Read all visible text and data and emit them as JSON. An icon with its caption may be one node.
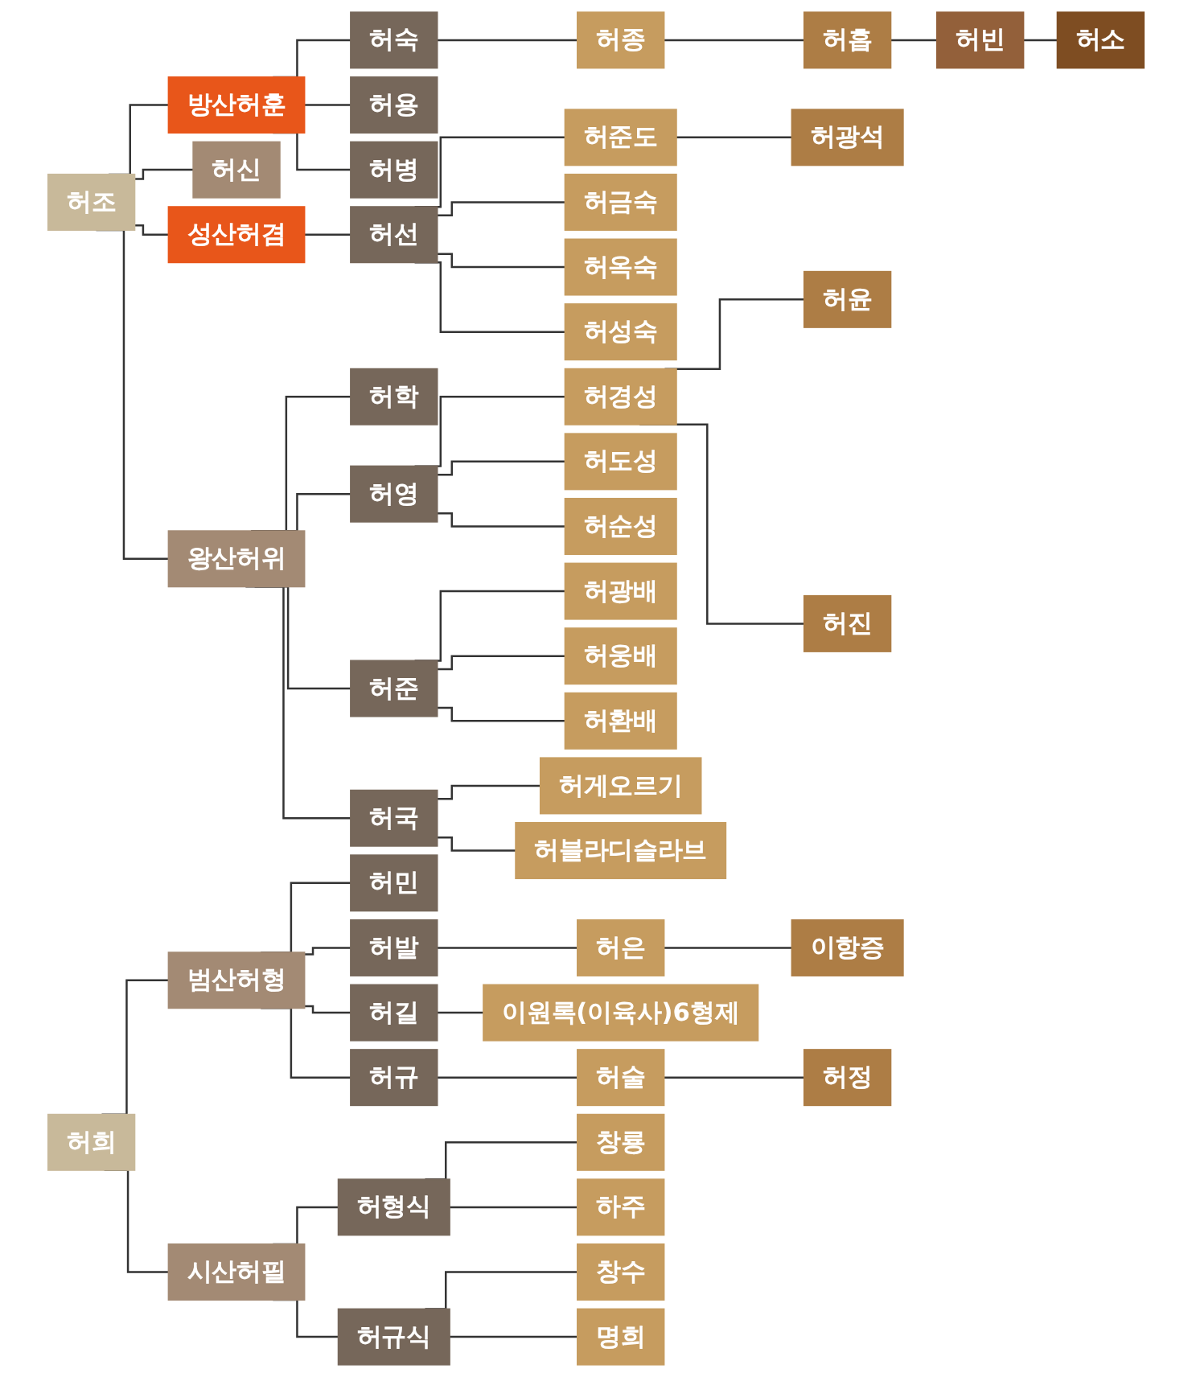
{
  "diagram": {
    "nodes": [
      {
        "text": [
          "허조"
        ]
      },
      {
        "text": [
          "방산허훈"
        ]
      },
      {
        "text": [
          "허숙"
        ]
      },
      {
        "text": [
          "허종"
        ]
      },
      {
        "text": [
          "허흡"
        ]
      },
      {
        "text": [
          "허빈"
        ]
      },
      {
        "text": [
          "허소"
        ]
      },
      {
        "text": [
          "허용"
        ]
      },
      {
        "text": [
          "허병"
        ]
      },
      {
        "text": [
          "허신"
        ]
      },
      {
        "text": [
          "성산허겸"
        ]
      },
      {
        "text": [
          "허선"
        ]
      },
      {
        "text": [
          "허준도"
        ]
      },
      {
        "text": [
          "허광석"
        ]
      },
      {
        "text": [
          "허금숙"
        ]
      },
      {
        "text": [
          "허옥숙"
        ]
      },
      {
        "text": [
          "허성숙"
        ]
      },
      {
        "text": [
          "왕산허위"
        ]
      },
      {
        "text": [
          "허학"
        ]
      },
      {
        "text": [
          "허영"
        ]
      },
      {
        "text": [
          "허경성"
        ]
      },
      {
        "text": [
          "허윤"
        ]
      },
      {
        "text": [
          "허진"
        ]
      },
      {
        "text": [
          "허도성"
        ]
      },
      {
        "text": [
          "허순성"
        ]
      },
      {
        "text": [
          "허준"
        ]
      },
      {
        "text": [
          "허광배"
        ]
      },
      {
        "text": [
          "허웅배"
        ]
      },
      {
        "text": [
          "허환배"
        ]
      },
      {
        "text": [
          "허국"
        ]
      },
      {
        "text": [
          "허게오르기"
        ]
      },
      {
        "text": [
          "허블라디슬라브"
        ]
      },
      {
        "text": [
          "허희"
        ]
      },
      {
        "text": [
          "범산허형"
        ]
      },
      {
        "text": [
          "허민"
        ]
      },
      {
        "text": [
          "허발"
        ]
      },
      {
        "text": [
          "허은"
        ]
      },
      {
        "text": [
          "이항증"
        ]
      },
      {
        "text": [
          "허길"
        ]
      },
      {
        "text": [
          "이원록(이육사)6형제"
        ]
      },
      {
        "text": [
          "허규"
        ]
      },
      {
        "text": [
          "허술"
        ]
      },
      {
        "text": [
          "허정"
        ]
      },
      {
        "text": [
          "시산허필"
        ]
      },
      {
        "text": [
          "허형식"
        ]
      },
      {
        "text": [
          "창룡"
        ]
      },
      {
        "text": [
          "하주"
        ]
      },
      {
        "text": [
          "허규식"
        ]
      },
      {
        "text": [
          "창수"
        ]
      },
      {
        "text": [
          "명희"
        ]
      }
    ],
    "edges": [
      {
        "from": 0,
        "to": 1,
        "arrow": "none"
      },
      {
        "from": 1,
        "to": 2,
        "arrow": "none"
      },
      {
        "from": 2,
        "to": 3,
        "arrow": "none"
      },
      {
        "from": 3,
        "to": 4,
        "arrow": "none"
      },
      {
        "from": 4,
        "to": 5,
        "arrow": "none"
      },
      {
        "from": 5,
        "to": 6,
        "arrow": "none"
      },
      {
        "from": 1,
        "to": 7,
        "arrow": "none"
      },
      {
        "from": 1,
        "to": 8,
        "arrow": "none"
      },
      {
        "from": 0,
        "to": 9,
        "arrow": "none"
      },
      {
        "from": 0,
        "to": 10,
        "arrow": "none"
      },
      {
        "from": 10,
        "to": 11,
        "arrow": "none"
      },
      {
        "from": 11,
        "to": 12,
        "arrow": "none"
      },
      {
        "from": 12,
        "to": 13,
        "arrow": "none"
      },
      {
        "from": 11,
        "to": 14,
        "arrow": "none"
      },
      {
        "from": 11,
        "to": 15,
        "arrow": "none"
      },
      {
        "from": 11,
        "to": 16,
        "arrow": "none"
      },
      {
        "from": 0,
        "to": 17,
        "arrow": "none"
      },
      {
        "from": 17,
        "to": 18,
        "arrow": "none"
      },
      {
        "from": 17,
        "to": 19,
        "arrow": "none"
      },
      {
        "from": 19,
        "to": 20,
        "arrow": "none"
      },
      {
        "from": 20,
        "to": 21,
        "arrow": "none"
      },
      {
        "from": 20,
        "to": 22,
        "arrow": "none"
      },
      {
        "from": 19,
        "to": 23,
        "arrow": "none"
      },
      {
        "from": 19,
        "to": 24,
        "arrow": "none"
      },
      {
        "from": 17,
        "to": 25,
        "arrow": "none"
      },
      {
        "from": 25,
        "to": 26,
        "arrow": "none"
      },
      {
        "from": 25,
        "to": 27,
        "arrow": "none"
      },
      {
        "from": 25,
        "to": 28,
        "arrow": "none"
      },
      {
        "from": 17,
        "to": 29,
        "arrow": "none"
      },
      {
        "from": 29,
        "to": 30,
        "arrow": "none"
      },
      {
        "from": 29,
        "to": 31,
        "arrow": "none"
      },
      {
        "from": 32,
        "to": 33,
        "arrow": "none"
      },
      {
        "from": 33,
        "to": 34,
        "arrow": "none"
      },
      {
        "from": 33,
        "to": 35,
        "arrow": "none"
      },
      {
        "from": 35,
        "to": 36,
        "arrow": "none"
      },
      {
        "from": 36,
        "to": 37,
        "arrow": "none"
      },
      {
        "from": 33,
        "to": 38,
        "arrow": "none"
      },
      {
        "from": 38,
        "to": 39,
        "arrow": "none"
      },
      {
        "from": 33,
        "to": 40,
        "arrow": "none"
      },
      {
        "from": 40,
        "to": 41,
        "arrow": "none"
      },
      {
        "from": 41,
        "to": 42,
        "arrow": "none"
      },
      {
        "from": 32,
        "to": 43,
        "arrow": "none"
      },
      {
        "from": 43,
        "to": 44,
        "arrow": "none"
      },
      {
        "from": 44,
        "to": 45,
        "arrow": "none"
      },
      {
        "from": 44,
        "to": 46,
        "arrow": "none"
      },
      {
        "from": 43,
        "to": 47,
        "arrow": "none"
      },
      {
        "from": 47,
        "to": 48,
        "arrow": "none"
      },
      {
        "from": 47,
        "to": 49,
        "arrow": "none"
      }
    ]
  }
}
